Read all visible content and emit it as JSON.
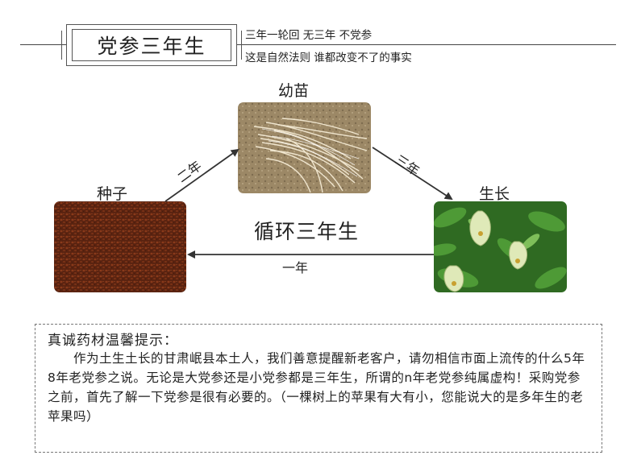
{
  "header": {
    "title": "党参三年生",
    "subtitle1": "三年一轮回 无三年 不党参",
    "subtitle2": "这是自然法则  谁都改变不了的事实"
  },
  "cycle": {
    "seedling_label": "幼苗",
    "seed_label": "种子",
    "growth_label": "生长",
    "arrow_seed_to_seedling": "二年",
    "arrow_seedling_to_growth": "三年",
    "arrow_growth_to_seed": "一年",
    "center_label": "循环三年生"
  },
  "tips": {
    "title": "真诚药材温馨提示：",
    "body": "作为土生土长的甘肃岷县本土人，我们善意提醒新老客户，请勿相信市面上流传的什么5年8年老党参之说。无论是大党参还是小党参都是三年生，所谓的n年老党参纯属虚构！采购党参之前，首先了解一下党参是很有必要的。（一棵树上的苹果有大有小，您能说大的是多年生的老苹果吗）"
  },
  "colors": {
    "seed": "#6b2a12",
    "seedling_bg": "#a08c6c",
    "leaf": "#3f8a2c",
    "flower": "#d9e6b0"
  }
}
